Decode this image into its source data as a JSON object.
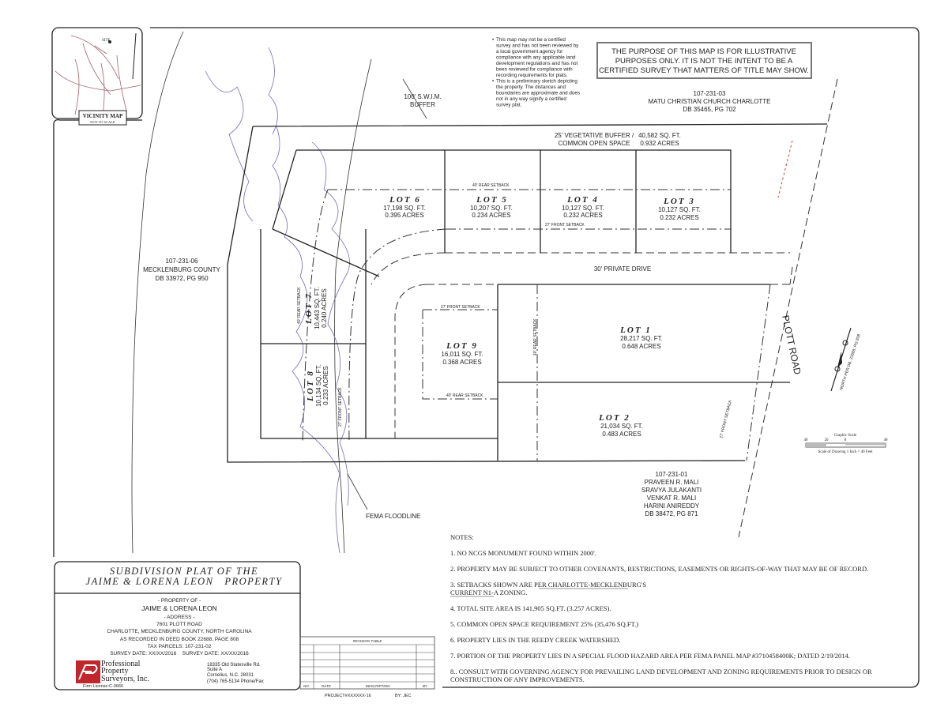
{
  "vicinity_map": {
    "title": "VICINITY MAP",
    "subtitle": "NOT TO SCALE",
    "site_label": "SITE"
  },
  "disclaimer": {
    "bullets": [
      [
        "This map  may not be a certified",
        "survey and has not been reviewed by",
        "a local government agency for",
        "compliance with any applicable land",
        "development regulations and has not",
        "been reviewed for compliance with",
        "recording requirements for plats."
      ],
      [
        "This is a preliminary sketch depicting",
        "the property.  The distances and",
        "boundaries are approximate and does",
        "not in any way signify a certified",
        "survey plat."
      ]
    ]
  },
  "purpose_box": [
    "THE PURPOSE OF THIS MAP IS FOR ILLUSTRATIVE",
    "PURPOSES ONLY. IT IS NOT THE INTENT TO BE A",
    "CERTIFIED SURVEY THAT MATTERS OF TITLE MAY SHOW."
  ],
  "adjacent_parcels": {
    "north": [
      "107-231-03",
      "MATU CHRISTIAN CHURCH CHARLOTTE",
      "DB 35465, PG 702"
    ],
    "west": [
      "107-231-06",
      "MECKLENBURG COUNTY",
      "DB 33972, PG 950"
    ],
    "south": [
      "107-231-01",
      "PRAVEEN R. MALI",
      "SRAVYA JULAKANTI",
      "VENKAT R. MALI",
      "HARINI ANIREDDY",
      "DB 38472, PG 871"
    ]
  },
  "labels": {
    "swim_buffer": [
      "100' S.W.I.M.",
      "BUFFER"
    ],
    "veg_buffer": [
      "25' VEGETATIVE BUFFER /",
      "COMMON OPEN SPACE"
    ],
    "veg_buffer_area": [
      "40,582 SQ. FT.",
      "0.932 ACRES"
    ],
    "private_drive": "30' PRIVATE DRIVE",
    "road": "PLOTT ROAD",
    "fema": "FEMA FLOODLINE",
    "north_arrow": "NORTH PER DB. 22688, PG 808",
    "setbacks": {
      "rear40": "40' REAR SETBACK",
      "front27": "27' FRONT SETBACK"
    }
  },
  "lots": [
    {
      "name": "LOT 1",
      "sqft": "28,217 SQ. FT.",
      "acres": "0.648 ACRES"
    },
    {
      "name": "LOT 2",
      "sqft": "21,034 SQ. FT.",
      "acres": "0.483 ACRES"
    },
    {
      "name": "LOT 3",
      "sqft": "10,127 SQ. FT.",
      "acres": "0.232 ACRES"
    },
    {
      "name": "LOT 4",
      "sqft": "10,127 SQ. FT.",
      "acres": "0.232 ACRES"
    },
    {
      "name": "LOT 5",
      "sqft": "10,207 SQ. FT.",
      "acres": "0.234 ACRES"
    },
    {
      "name": "LOT 6",
      "sqft": "17,198 SQ. FT.",
      "acres": "0.395 ACRES"
    },
    {
      "name": "LOT 7",
      "sqft": "10,443 SQ. FT.",
      "acres": "0.240 ACRES"
    },
    {
      "name": "LOT 8",
      "sqft": "10,134 SQ. FT.",
      "acres": "0.233 ACRES"
    },
    {
      "name": "LOT 9",
      "sqft": "16,011 SQ. FT.",
      "acres": "0.368 ACRES"
    }
  ],
  "scale": {
    "title": "Graphic Scale",
    "ticks": [
      "40",
      "20",
      "0",
      "40"
    ],
    "caption": "Scale of Drawing 1 Inch = 40 Feet"
  },
  "notes": {
    "heading": "NOTES:",
    "items": [
      "1. NO NCGS MONUMENT FOUND WITHIN 2000'.",
      "2. PROPERTY MAY BE SUBJECT TO OTHER COVENANTS, RESTRICTIONS, EASEMENTS OR RIGHTS-OF-WAY THAT MAY BE OF RECORD.",
      "3. SETBACKS SHOWN ARE PER CHARLOTTE-MECKLENBURG'S",
      "CURRENT N1-A ZONING.",
      "4. TOTAL SITE AREA IS 141,905 SQ.FT. (3.257 ACRES).",
      "5. COMMON OPEN SPACE REQUIREMENT 25% (35,476 SQ.FT.)",
      "6. PROPERTY LIES IN THE REEDY CREEK WATERSHED.",
      "7. PORTION OF THE PROPERTY LIES IN A SPECIAL FLOOD HAZARD AREA PER FEMA PANEL MAP #3710458400K; DATED 2/19/2014.",
      "8.. CONSULT WITH GOVERNING AGENCY FOR PREVAILING LAND DEVELOPMENT AND ZONING REQUIREMENTS PRIOR TO DESIGN OR",
      "CONSTRUCTION OF ANY IMPROVEMENTS."
    ]
  },
  "title_block": {
    "title": [
      "SUBDIVISION PLAT OF THE",
      "JAIME & LORENA LEON   PROPERTY"
    ],
    "lines": [
      "- PROPERTY OF -",
      "JAIME & LORENA LEON",
      "- ADDRESS -",
      "7601 PLOTT ROAD",
      "CHARLOTTE, MECKLENBURG COUNTY, NORTH CAROLINA",
      "AS RECORDED IN DEED BOOK 22688, PAGE 808",
      "TAX PARCELS: 107-231-02",
      "SURVEY DATE: XX/XX/2016    SURVEY DATE: XX/XX/2016"
    ],
    "company": [
      "Professional",
      "Property",
      "Surveyors, Inc."
    ],
    "license": "Firm License:C-3666",
    "address": [
      "18335 Old Statesville Rd.",
      "Suite A",
      "Cornelius, N.C. 28031",
      "(704) 765-5134 Phone/Fax"
    ],
    "brand_color": "#c0272d"
  },
  "revision_table": {
    "title": "REVISION TABLE",
    "columns": [
      "NO.",
      "DATE",
      "DESCRIPTION",
      "BY"
    ]
  },
  "project": {
    "number": "PROJECT#XXXXXX-16",
    "by": "BY: JEC"
  }
}
